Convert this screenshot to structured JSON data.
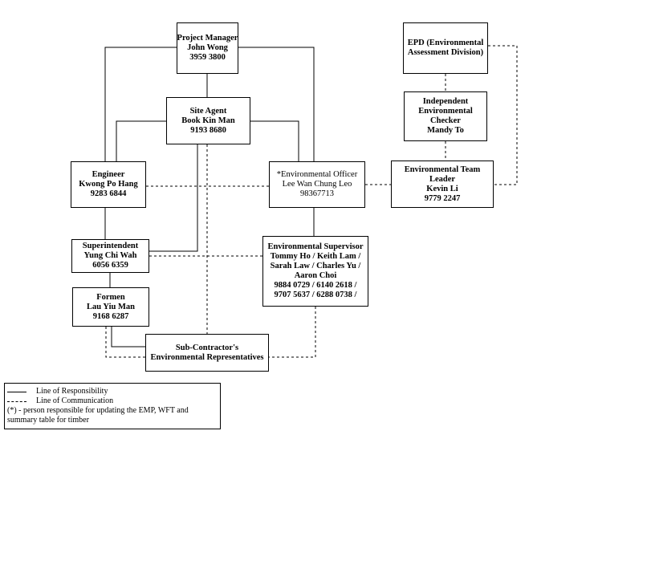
{
  "nodes": {
    "pm": {
      "lines": [
        "Project Manager",
        "John Wong",
        "3959 3800"
      ]
    },
    "site_agent": {
      "lines": [
        "Site Agent",
        "Book Kin Man",
        "9193 8680"
      ]
    },
    "engineer": {
      "lines": [
        "Engineer",
        "Kwong Po Hang",
        "9283 6844"
      ]
    },
    "env_officer": {
      "lines": [
        "*Environmental Officer",
        "Lee Wan Chung Leo",
        "98367713"
      ]
    },
    "superintendent": {
      "lines": [
        "Superintendent",
        "Yung Chi Wah",
        "6056 6359"
      ]
    },
    "env_supervisor": {
      "lines": [
        "Environmental Supervisor",
        "Tommy Ho / Keith Lam /",
        "Sarah Law / Charles Yu /",
        "Aaron Choi",
        "9884 0729 / 6140 2618 /",
        "9707 5637 / 6288 0738 /"
      ]
    },
    "formen": {
      "lines": [
        "Formen",
        "Lau Yiu Man",
        "9168 6287"
      ]
    },
    "subcontractor": {
      "lines": [
        "Sub-Contractor's",
        "Environmental Representatives"
      ]
    },
    "epd": {
      "lines": [
        "EPD (Environmental",
        "Assessment Division)"
      ]
    },
    "iec": {
      "lines": [
        "Independent",
        "Environmental",
        "Checker",
        "Mandy To"
      ]
    },
    "etl": {
      "lines": [
        "Environmental Team",
        "Leader",
        "Kevin Li",
        "9779 2247"
      ]
    }
  },
  "legend": {
    "responsibility": "Line of Responsibility",
    "communication": "Line of Communication",
    "note": "(*) - person responsible for updating the EMP, WFT and summary table for timber"
  }
}
